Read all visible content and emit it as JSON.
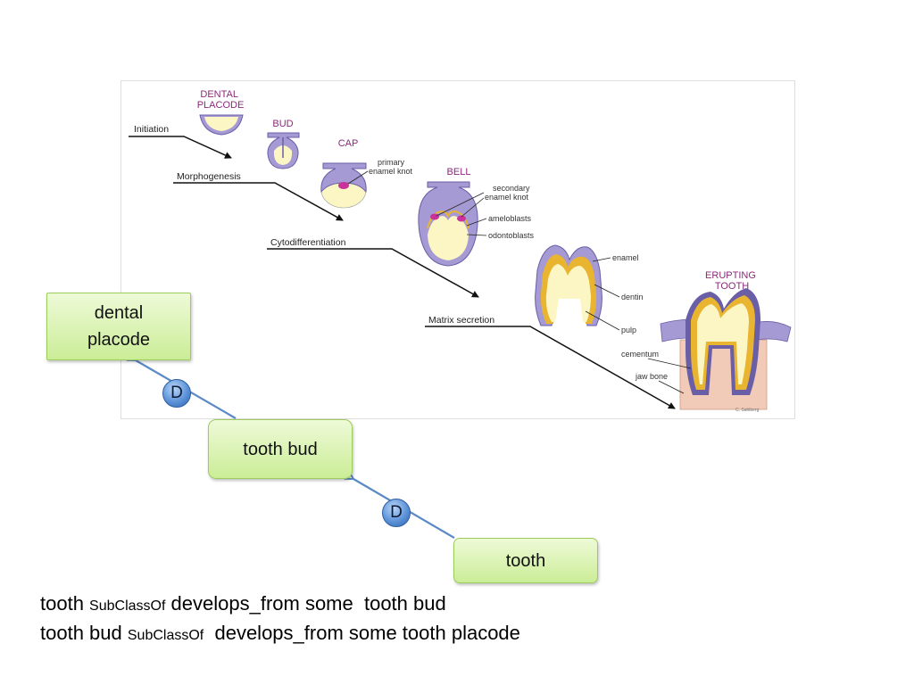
{
  "figure": {
    "stages": {
      "dental_placode": [
        "DENTAL",
        "PLACODE"
      ],
      "bud": "BUD",
      "cap": "CAP",
      "bell": "BELL",
      "erupting_tooth": [
        "ERUPTING",
        "TOOTH"
      ]
    },
    "processes": {
      "initiation": "Initiation",
      "morphogenesis": "Morphogenesis",
      "cytodifferentiation": "Cytodifferentiation",
      "matrix_secretion": "Matrix secretion"
    },
    "parts": {
      "primary_enamel_knot": [
        "primary",
        "enamel knot"
      ],
      "secondary_enamel_knot": [
        "secondary",
        "enamel knot"
      ],
      "ameloblasts": "ameloblasts",
      "odontoblasts": "odontoblasts",
      "enamel": "enamel",
      "dentin": "dentin",
      "pulp": "pulp",
      "cementum": "cementum",
      "jaw_bone": "jaw bone"
    },
    "credit": "C. Sahlberg",
    "colors": {
      "stage_label": "#8a2a78",
      "epithelium": "#a59ad3",
      "epithelium_dark": "#6a5fa6",
      "mesenchyme": "#fbf6c3",
      "knot": "#c8329a",
      "dentin": "#e9b531",
      "bone": "#f2cbb8"
    }
  },
  "ontology": {
    "dental_placode": "dental\nplacode",
    "tooth_bud": "tooth bud",
    "tooth": "tooth",
    "relation_badge": "D",
    "box_color": "#cbed97",
    "arrow_color": "#5b8ac6"
  },
  "axioms": [
    {
      "subject": "tooth ",
      "relation": "SubClassOf",
      "rest": " develops_from some  tooth bud"
    },
    {
      "subject": "tooth bud ",
      "relation": "SubClassOf",
      "rest": "  develops_from some tooth placode"
    }
  ]
}
